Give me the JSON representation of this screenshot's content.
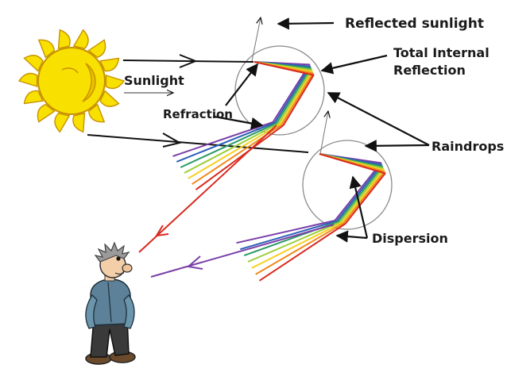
{
  "labels": {
    "reflected_sunlight": "Reflected sunlight",
    "total_internal_line1": "Total Internal",
    "total_internal_line2": "Reflection",
    "sunlight": "Sunlight",
    "refraction": "Refraction",
    "raindrops": "Raindrops",
    "dispersion": "Dispersion"
  },
  "colors": {
    "spectrum": [
      "#7b3fa8",
      "#2d5fb8",
      "#2b9a66",
      "#9bcf3a",
      "#f5d020",
      "#f08a1c",
      "#d92a1f"
    ],
    "ray": "#111111",
    "drop_outline": "#8a8a8a",
    "sun_fill": "#f8e000",
    "sun_outline": "#c89200"
  },
  "icons": [
    "sun-icon",
    "observer-figure"
  ]
}
